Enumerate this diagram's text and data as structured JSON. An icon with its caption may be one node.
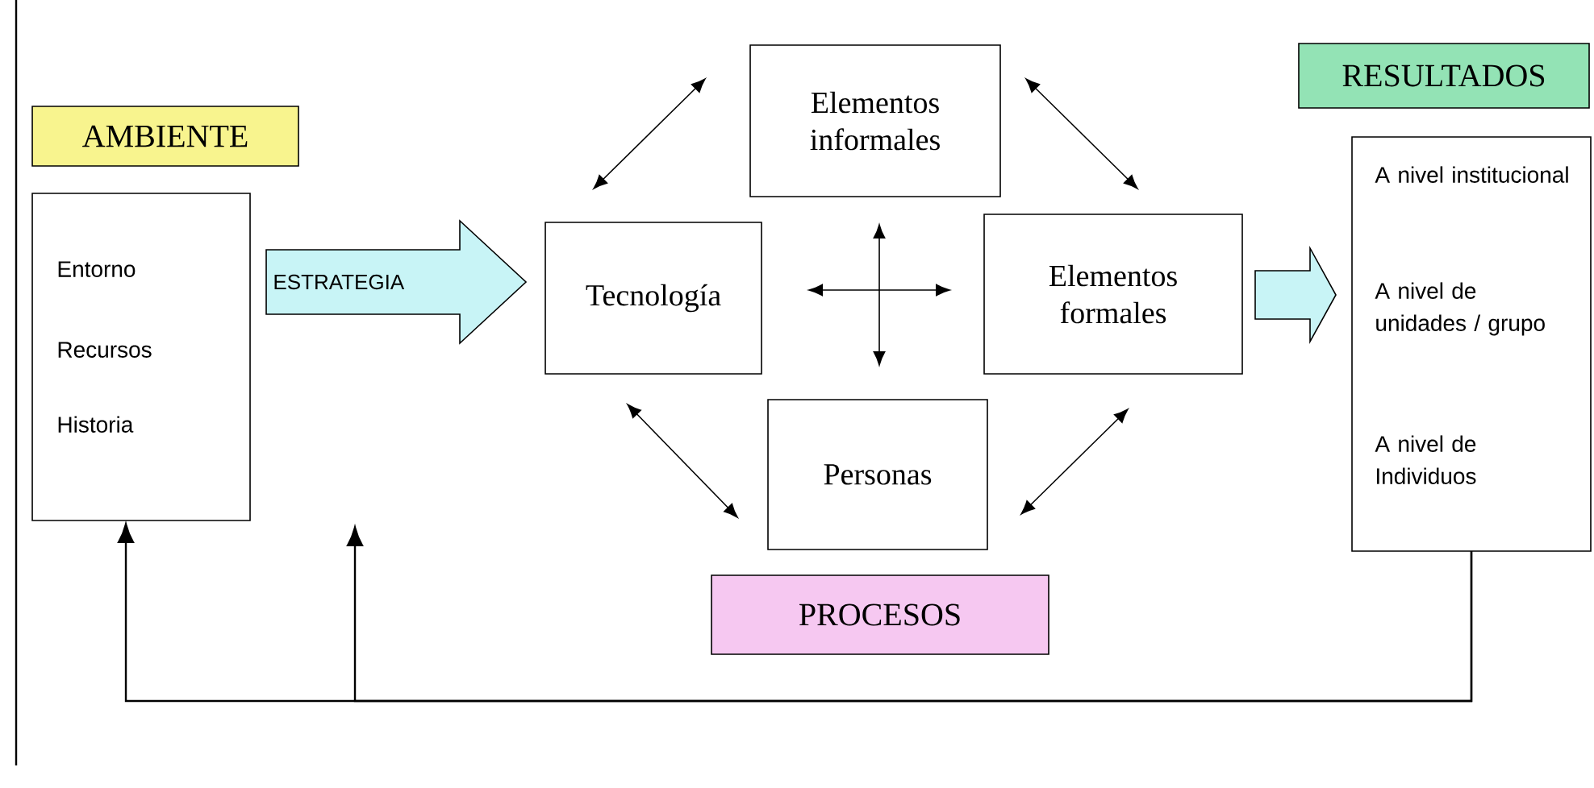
{
  "diagram": {
    "nodes": [
      {
        "text": [
          "AMBIENTE"
        ]
      },
      {
        "text": [
          "Entorno",
          "Recursos",
          "Historia"
        ]
      },
      {
        "text": [
          "Elementos informales"
        ]
      },
      {
        "text": [
          "Tecnología"
        ]
      },
      {
        "text": [
          "Elementos formales"
        ]
      },
      {
        "text": [
          "Personas"
        ]
      },
      {
        "text": [
          "PROCESOS"
        ]
      },
      {
        "text": [
          "RESULTADOS"
        ]
      },
      {
        "text": [
          "A nivel institucional",
          "A nivel de unidades / grupo",
          "A nivel de Individuos"
        ]
      }
    ],
    "edges": [
      {
        "from": 1,
        "to": 3,
        "arrow": "to",
        "label": "ESTRATEGIA",
        "style": "thick",
        "color": "#c8f4f6"
      },
      {
        "from": 3,
        "to": 2,
        "arrow": "both"
      },
      {
        "from": 2,
        "to": 4,
        "arrow": "both"
      },
      {
        "from": 3,
        "to": 5,
        "arrow": "both"
      },
      {
        "from": 5,
        "to": 4,
        "arrow": "both"
      },
      {
        "from": 3,
        "to": 4,
        "arrow": "both"
      },
      {
        "from": 2,
        "to": 5,
        "arrow": "both"
      },
      {
        "from": 4,
        "to": 8,
        "arrow": "to",
        "style": "thick",
        "color": "#c8f4f6"
      },
      {
        "from": 8,
        "to": 1,
        "arrow": "to"
      },
      {
        "from": 8,
        "to": null,
        "arrow": "to"
      }
    ]
  }
}
